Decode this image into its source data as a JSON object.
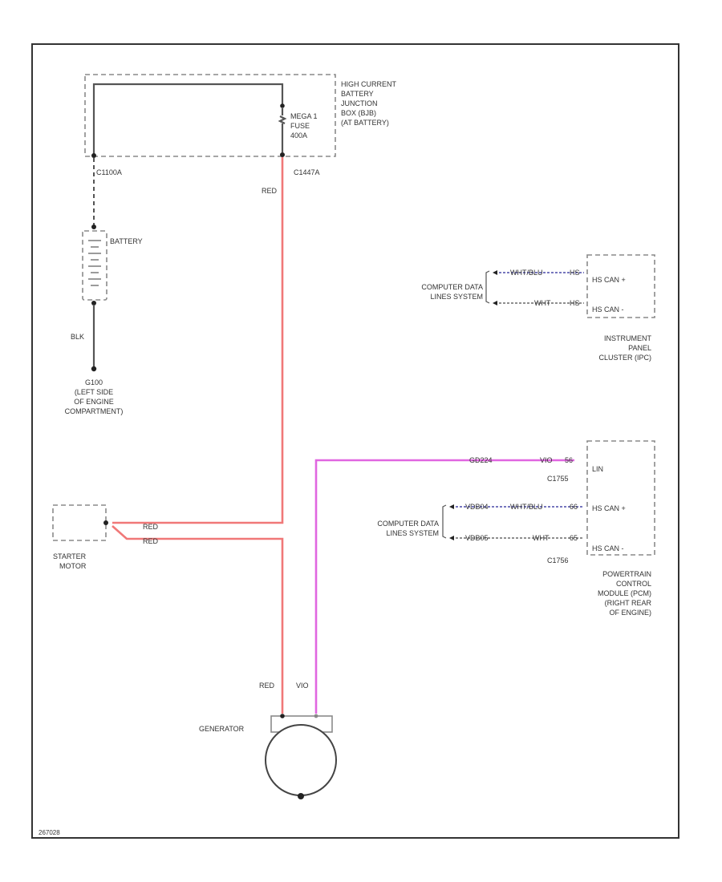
{
  "footer_code": "267028",
  "components": {
    "hcbjb": {
      "name": "HIGH CURRENT BATTERY JUNCTION BOX (BJB) (AT BATTERY)",
      "lines": [
        "HIGH CURRENT",
        "BATTERY",
        "JUNCTION",
        "BOX (BJB)",
        "(AT BATTERY)"
      ],
      "fuse_lines": [
        "MEGA 1",
        "FUSE",
        "400A"
      ],
      "connector_left": "C1100A",
      "connector_right": "C1447A"
    },
    "battery": {
      "name": "BATTERY"
    },
    "ground": {
      "lines": [
        "G100",
        "(LEFT SIDE",
        "OF ENGINE",
        "COMPARTMENT)"
      ]
    },
    "starter": {
      "lines": [
        "STARTER",
        "MOTOR"
      ]
    },
    "generator": {
      "name": "GENERATOR"
    },
    "ipc": {
      "lines": [
        "INSTRUMENT",
        "PANEL",
        "CLUSTER (IPC)"
      ],
      "pins": [
        "HS CAN +",
        "HS CAN -"
      ]
    },
    "pcm": {
      "lines": [
        "POWERTRAIN",
        "CONTROL",
        "MODULE (PCM)",
        "(RIGHT REAR",
        "OF ENGINE)"
      ],
      "pins": [
        "LIN",
        "HS CAN +",
        "HS CAN -"
      ],
      "connector_top": "C1755",
      "connector_bottom": "C1756"
    },
    "cdls_upper": {
      "lines": [
        "COMPUTER DATA",
        "LINES SYSTEM"
      ]
    },
    "cdls_lower": {
      "lines": [
        "COMPUTER DATA",
        "LINES SYSTEM"
      ]
    }
  },
  "wires": {
    "bjb_to_gen": "RED",
    "bat_to_ground": "BLK",
    "starter_upper": "RED",
    "starter_lower": "RED",
    "gen_red": "RED",
    "gen_lin": "VIO",
    "lin_circuit": "GD224",
    "lin_color": "VIO",
    "lin_pin": "56",
    "pcm_can_plus_circuit": "VDB04",
    "pcm_can_plus_color": "WHT/BLU",
    "pcm_can_plus_pin": "66",
    "pcm_can_minus_circuit": "VDB05",
    "pcm_can_minus_color": "WHT",
    "pcm_can_minus_pin": "65",
    "ipc_can_plus_color": "WHT/BLU",
    "ipc_can_plus_pin": "HS",
    "ipc_can_minus_color": "WHT",
    "ipc_can_minus_pin": "HS"
  },
  "colors": {
    "power_wire": "#f07878",
    "lin_wire": "#e066e0",
    "can_wire": "#4a4aa8"
  }
}
